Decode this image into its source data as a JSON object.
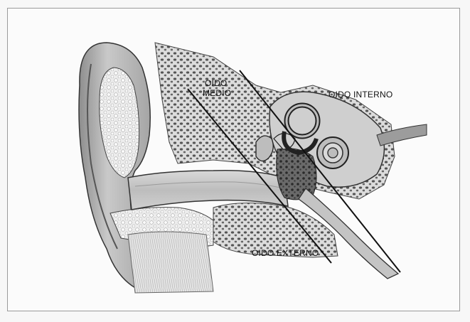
{
  "labels": {
    "middle_ear_line1": "OIDO",
    "middle_ear_line2": "MEDIO",
    "inner_ear": "OIDO INTERNO",
    "outer_ear": "OIDO EXTERNO"
  }
}
